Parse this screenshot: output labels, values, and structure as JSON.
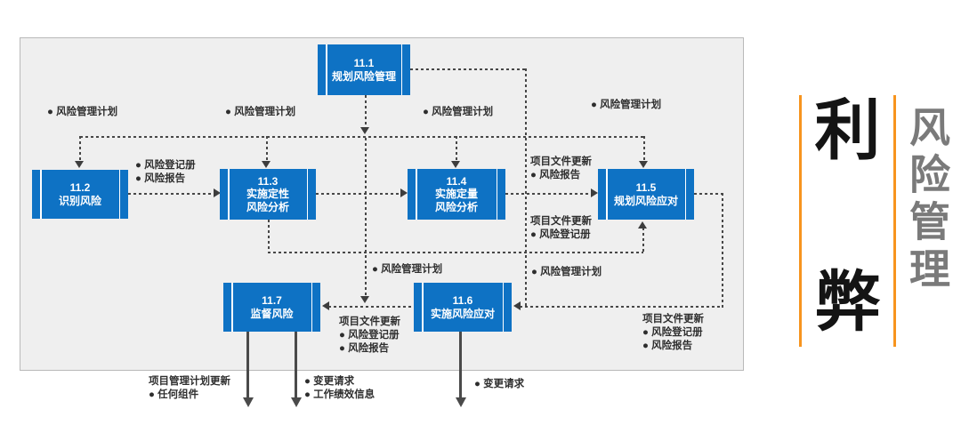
{
  "diagram": {
    "processes": [
      {
        "num": "11.1",
        "name": "规划风险管理"
      },
      {
        "num": "11.2",
        "name": "识别风险"
      },
      {
        "num": "11.3",
        "name": "实施定性",
        "name2": "风险分析"
      },
      {
        "num": "11.4",
        "name": "实施定量",
        "name2": "风险分析"
      },
      {
        "num": "11.5",
        "name": "规划风险应对"
      },
      {
        "num": "11.6",
        "name": "实施风险应对"
      },
      {
        "num": "11.7",
        "name": "监督风险"
      }
    ],
    "labels": {
      "risk_mgmt_plan": "● 风险管理计划",
      "register_report": {
        "l1": "● 风险登记册",
        "l2": "● 风险报告"
      },
      "docs_update_report": {
        "h": "项目文件更新",
        "b1": "● 风险报告"
      },
      "docs_update_register": {
        "h": "项目文件更新",
        "b1": "● 风险登记册"
      },
      "docs_update_reg_rep": {
        "h": "项目文件更新",
        "b1": "● 风险登记册",
        "b2": "● 风险报告"
      },
      "pm_plan_update": {
        "h": "项目管理计划更新",
        "b1": "● 任何组件"
      },
      "change_req_wpi": {
        "b1": "● 变更请求",
        "b2": "● 工作绩效信息"
      },
      "change_req": "● 变更请求"
    }
  },
  "sidebar": {
    "pro_char": "利",
    "con_char": "弊",
    "vertical_title": "风险管理"
  },
  "colors": {
    "process_blue": "#0e72c4",
    "accent_orange": "#f7941e",
    "connector_gray": "#474747",
    "title_gray": "#7a7a7a",
    "panel_bg": "#efefef"
  }
}
